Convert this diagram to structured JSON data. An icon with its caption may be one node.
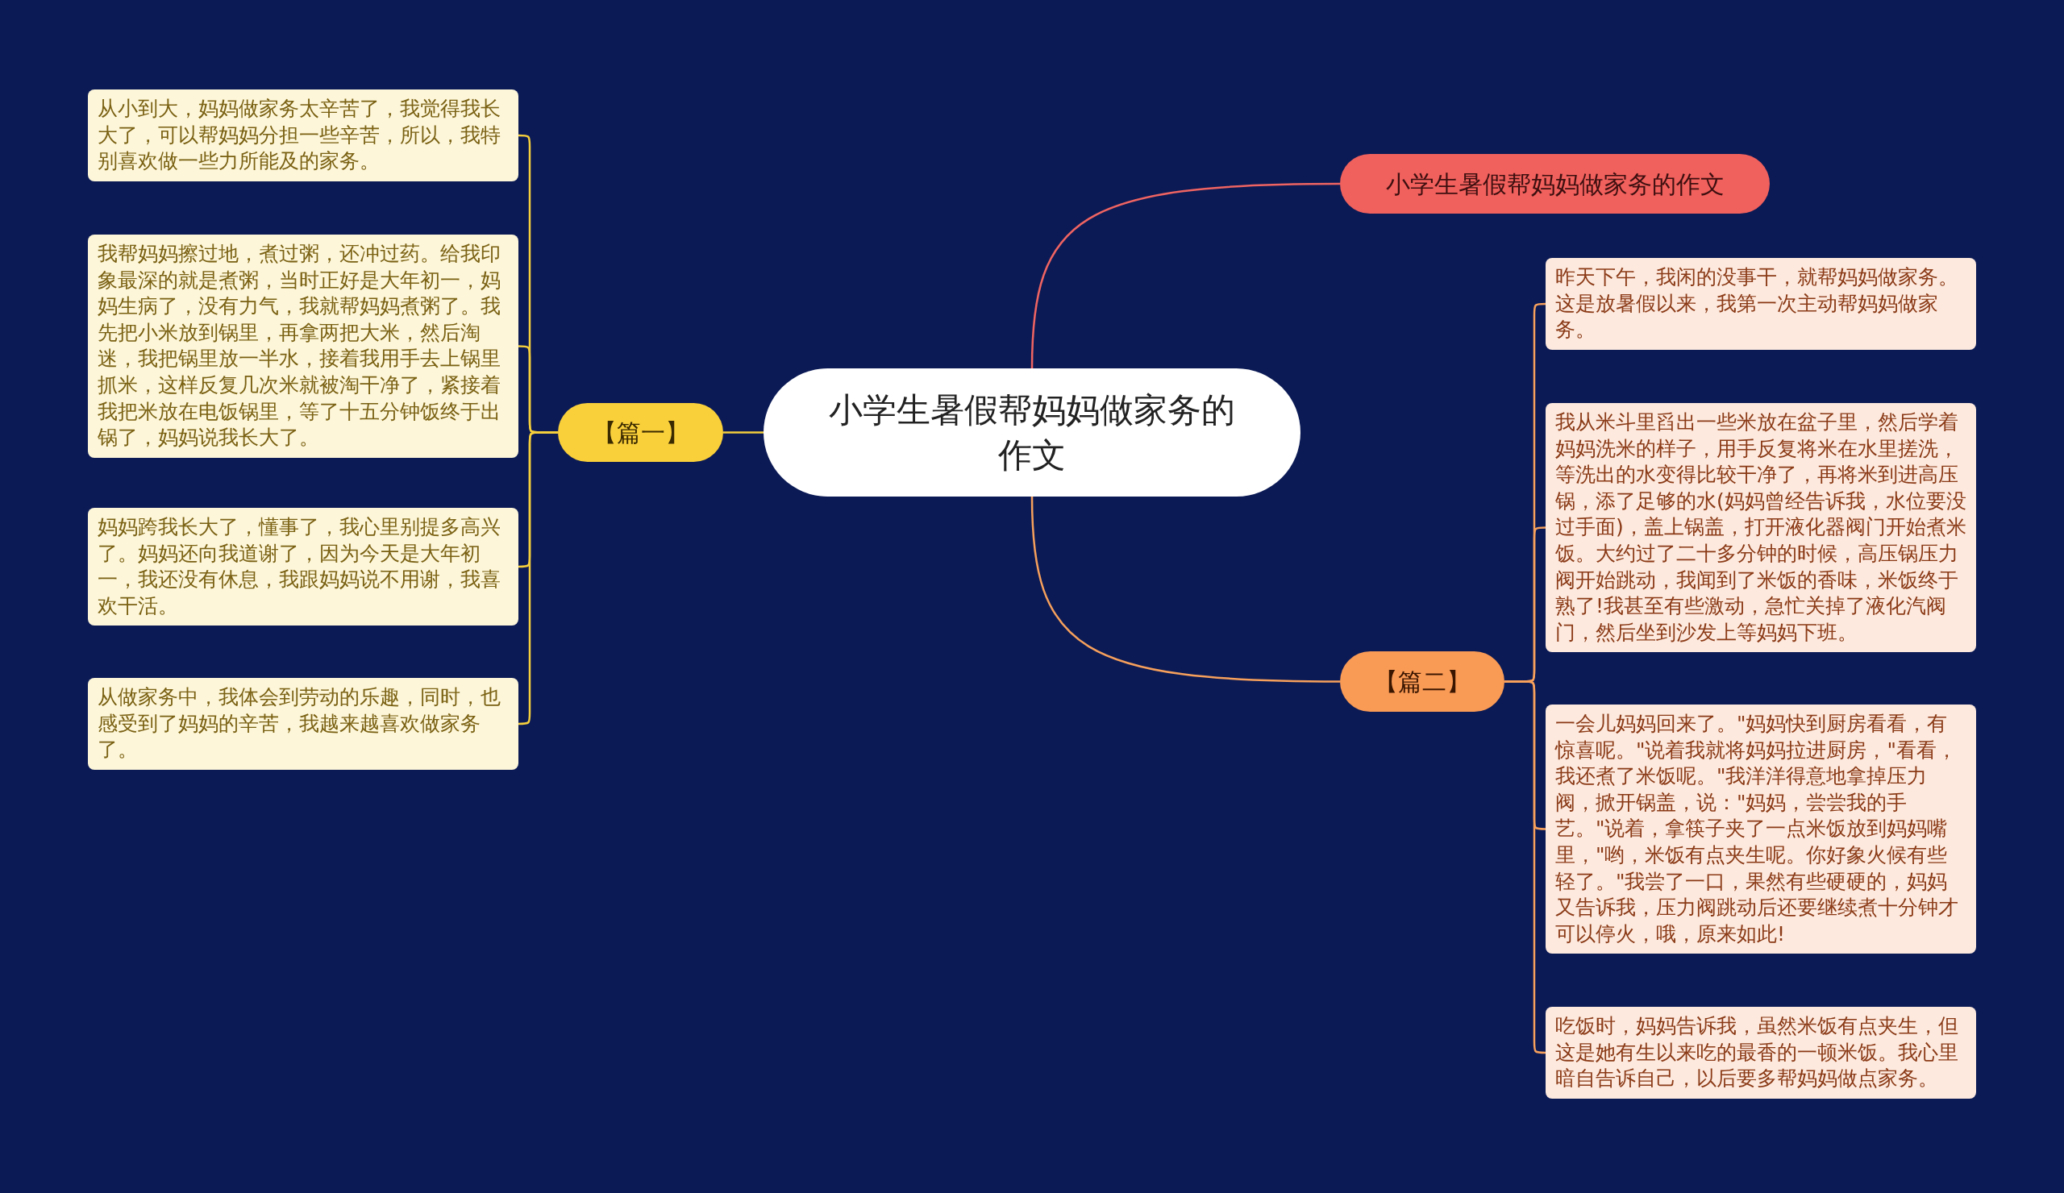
{
  "diagram": {
    "nodes": [
      {
        "text": [
          "小学生暑假帮妈妈做家务的作文"
        ]
      },
      {
        "text": [
          "【篇一】"
        ]
      },
      {
        "text": [
          "从小到大，妈妈做家务太辛苦了，我觉得我长大了，可以帮妈妈分担一些辛苦，所以，我特别喜欢做一些力所能及的家务。"
        ]
      },
      {
        "text": [
          "我帮妈妈擦过地，煮过粥，还冲过药。给我印象最深的就是煮粥，当时正好是大年初一，妈妈生病了，没有力气，我就帮妈妈煮粥了。我先把小米放到锅里，再拿两把大米，然后淘迷，我把锅里放一半水，接着我用手去上锅里抓米，这样反复几次米就被淘干净了，紧接着我把米放在电饭锅里，等了十五分钟饭终于出锅了，妈妈说我长大了。"
        ]
      },
      {
        "text": [
          "妈妈跨我长大了，懂事了，我心里别提多高兴了。妈妈还向我道谢了，因为今天是大年初一，我还没有休息，我跟妈妈说不用谢，我喜欢干活。"
        ]
      },
      {
        "text": [
          "从做家务中，我体会到劳动的乐趣，同时，也感受到了妈妈的辛苦，我越来越喜欢做家务了。"
        ]
      },
      {
        "text": [
          "小学生暑假帮妈妈做家务的作文"
        ]
      },
      {
        "text": [
          "【篇二】"
        ]
      },
      {
        "text": [
          "昨天下午，我闲的没事干，就帮妈妈做家务。这是放暑假以来，我第一次主动帮妈妈做家务。"
        ]
      },
      {
        "text": [
          "我从米斗里舀出一些米放在盆子里，然后学着妈妈洗米的样子，用手反复将米在水里搓洗，等洗出的水变得比较干净了，再将米到进高压锅，添了足够的水(妈妈曾经告诉我，水位要没过手面)，盖上锅盖，打开液化器阀门开始煮米饭。大约过了二十多分钟的时候，高压锅压力阀开始跳动，我闻到了米饭的香味，米饭终于熟了!我甚至有些激动，急忙关掉了液化汽阀门，然后坐到沙发上等妈妈下班。"
        ]
      },
      {
        "text": [
          "一会儿妈妈回来了。\"妈妈快到厨房看看，有惊喜呢。\"说着我就将妈妈拉进厨房，\"看看，我还煮了米饭呢。\"我洋洋得意地拿掉压力阀，掀开锅盖，说：\"妈妈，尝尝我的手艺。\"说着，拿筷子夹了一点米饭放到妈妈嘴里，\"哟，米饭有点夹生呢。你好象火候有些轻了。\"我尝了一口，果然有些硬硬的，妈妈又告诉我，压力阀跳动后还要继续煮十分钟才可以停火，哦，原来如此!"
        ]
      },
      {
        "text": [
          "吃饭时，妈妈告诉我，虽然米饭有点夹生，但这是她有生以来吃的最香的一顿米饭。我心里暗自告诉自己，以后要多帮妈妈做点家务。"
        ]
      }
    ],
    "edges": [
      {
        "from": 0,
        "to": 1,
        "arrow": "none",
        "color": "#f5cf3c"
      },
      {
        "from": 1,
        "to": 2,
        "arrow": "none",
        "color": "#f5cf3c"
      },
      {
        "from": 1,
        "to": 3,
        "arrow": "none",
        "color": "#f5cf3c"
      },
      {
        "from": 1,
        "to": 4,
        "arrow": "none",
        "color": "#f5cf3c"
      },
      {
        "from": 1,
        "to": 5,
        "arrow": "none",
        "color": "#f5cf3c"
      },
      {
        "from": 0,
        "to": 6,
        "arrow": "none",
        "color": "#ef6462"
      },
      {
        "from": 0,
        "to": 7,
        "arrow": "none",
        "color": "#f6a05c"
      },
      {
        "from": 7,
        "to": 8,
        "arrow": "none",
        "color": "#f6a05c"
      },
      {
        "from": 7,
        "to": 9,
        "arrow": "none",
        "color": "#f6a05c"
      },
      {
        "from": 7,
        "to": 10,
        "arrow": "none",
        "color": "#f6a05c"
      },
      {
        "from": 7,
        "to": 11,
        "arrow": "none",
        "color": "#f6a05c"
      }
    ]
  }
}
